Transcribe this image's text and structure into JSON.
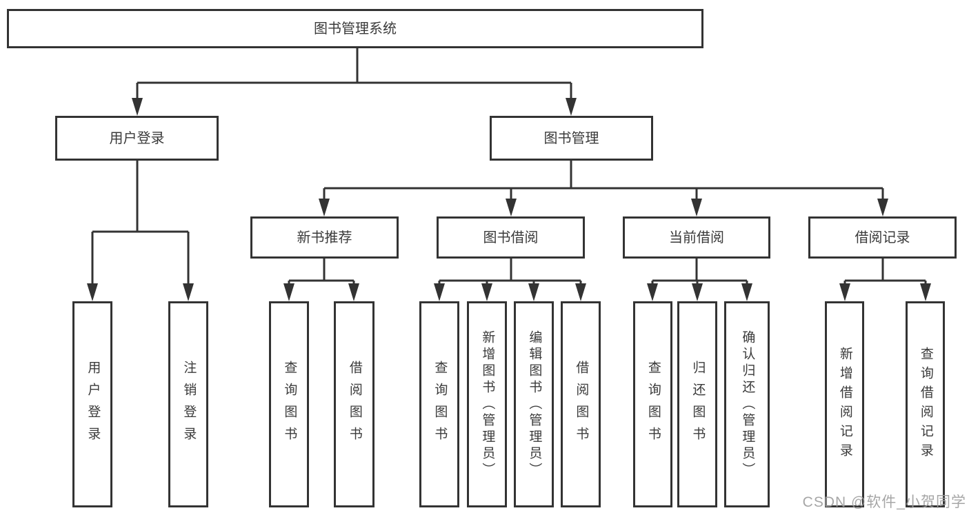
{
  "diagram": {
    "title": "图书管理系统",
    "branches": [
      {
        "label": "用户登录",
        "children": [
          {
            "label": "用户登录"
          },
          {
            "label": "注销登录"
          }
        ]
      },
      {
        "label": "图书管理",
        "children": [
          {
            "label": "新书推荐",
            "children": [
              {
                "label": "查询图书"
              },
              {
                "label": "借阅图书"
              }
            ]
          },
          {
            "label": "图书借阅",
            "children": [
              {
                "label": "查询图书"
              },
              {
                "label": "新增图书（管理员）"
              },
              {
                "label": "编辑图书（管理员）"
              },
              {
                "label": "借阅图书"
              }
            ]
          },
          {
            "label": "当前借阅",
            "children": [
              {
                "label": "查询图书"
              },
              {
                "label": "归还图书"
              },
              {
                "label": "确认归还（管理员）"
              }
            ]
          },
          {
            "label": "借阅记录",
            "children": [
              {
                "label": "新增借阅记录"
              },
              {
                "label": "查询借阅记录"
              }
            ]
          }
        ]
      }
    ]
  },
  "watermark": "CSDN @软件_小贺同学",
  "colors": {
    "line": "#333333",
    "box_background": "#ffffff",
    "text": "#3a3a3a",
    "watermark": "#9e9e9e"
  }
}
